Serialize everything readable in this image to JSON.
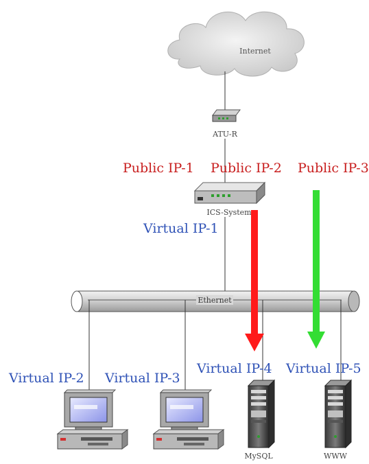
{
  "nodes": {
    "internet": "Internet",
    "modem": "ATU-R",
    "router": "ICS-System",
    "ethernet": "Ethernet",
    "mysql_server": "MySQL",
    "www_server": "WWW"
  },
  "public_ips": [
    "Public IP-1",
    "Public IP-2",
    "Public IP-3"
  ],
  "virtual_ips": [
    "Virtual IP-1",
    "Virtual IP-2",
    "Virtual IP-3",
    "Virtual IP-4",
    "Virtual IP-5"
  ],
  "colors": {
    "public_label": "#c81e1e",
    "virtual_label": "#2f52b6",
    "arrow_red": "#ff1a1a",
    "arrow_green": "#33dd33",
    "bus": "#c8c8c8"
  }
}
